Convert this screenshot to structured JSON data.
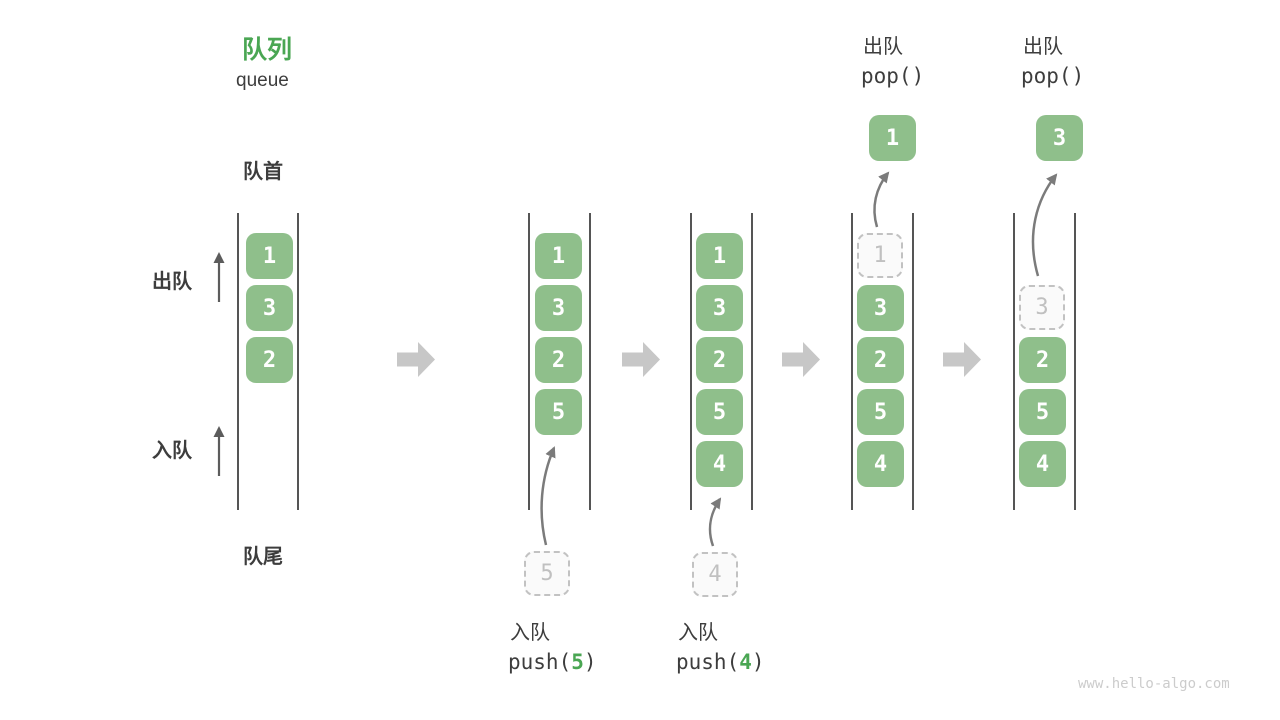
{
  "title": {
    "zh": "队列",
    "en": "queue"
  },
  "side_labels": {
    "front": "队首",
    "rear": "队尾",
    "dequeue": "出队",
    "enqueue": "入队"
  },
  "watermark": "www.hello-algo.com",
  "colors": {
    "element_green": "#8fbf8b",
    "accent_green": "#4aa653",
    "block_arrow_gray": "#c7c7c7",
    "ghost_border_gray": "#c2c2c2",
    "text_dark": "#3d3d3d"
  },
  "columns": [
    {
      "cells": [
        {
          "v": "1"
        },
        {
          "v": "3"
        },
        {
          "v": "2"
        }
      ]
    },
    {
      "cells": [
        {
          "v": "1"
        },
        {
          "v": "3"
        },
        {
          "v": "2"
        },
        {
          "v": "5"
        }
      ],
      "incoming": "5",
      "op": {
        "label": "入队",
        "fn": "push(",
        "arg": "5",
        "close": ")"
      }
    },
    {
      "cells": [
        {
          "v": "1"
        },
        {
          "v": "3"
        },
        {
          "v": "2"
        },
        {
          "v": "5"
        },
        {
          "v": "4"
        }
      ],
      "incoming": "4",
      "op": {
        "label": "入队",
        "fn": "push(",
        "arg": "4",
        "close": ")"
      }
    },
    {
      "cells": [
        {
          "v": "1",
          "ghost": true
        },
        {
          "v": "3"
        },
        {
          "v": "2"
        },
        {
          "v": "5"
        },
        {
          "v": "4"
        }
      ],
      "outgoing": "1",
      "op": {
        "label": "出队",
        "fn": "pop()",
        "arg": "",
        "close": ""
      }
    },
    {
      "cells": [
        {
          "v": "3",
          "ghost": true
        },
        {
          "v": "2"
        },
        {
          "v": "5"
        },
        {
          "v": "4"
        }
      ],
      "outgoing": "3",
      "op": {
        "label": "出队",
        "fn": "pop()",
        "arg": "",
        "close": ""
      }
    }
  ]
}
